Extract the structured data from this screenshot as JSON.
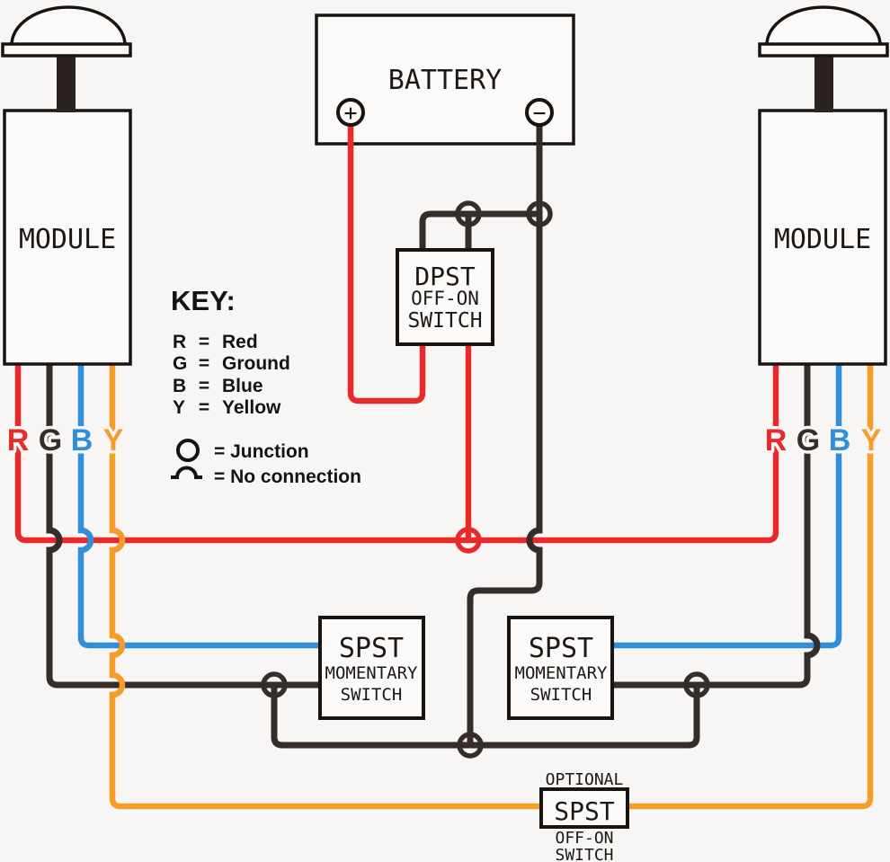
{
  "diagram": {
    "title_semantic": "dome-light-module-wiring-diagram",
    "background": "#f7f6f5",
    "colors": {
      "red": "#e82a2c",
      "black": "#342d2b",
      "blue": "#2f8fdb",
      "yellow": "#f59d28"
    },
    "battery": {
      "label": "BATTERY",
      "positive_symbol": "+",
      "negative_symbol": "−"
    },
    "modules": {
      "left": "MODULE",
      "right": "MODULE"
    },
    "dpst_switch": {
      "line1": "DPST",
      "line2": "OFF-ON",
      "line3": "SWITCH"
    },
    "left_spst": {
      "line1": "SPST",
      "line2": "MOMENTARY",
      "line3": "SWITCH"
    },
    "right_spst": {
      "line1": "SPST",
      "line2": "MOMENTARY",
      "line3": "SWITCH"
    },
    "optional_spst": {
      "above": "OPTIONAL",
      "box": "SPST",
      "below1": "OFF-ON",
      "below2": "SWITCH"
    },
    "wire_labels": {
      "left": [
        "R",
        "G",
        "B",
        "Y"
      ],
      "right": [
        "R",
        "G",
        "B",
        "Y"
      ]
    },
    "key": {
      "title": "KEY:",
      "entries": [
        {
          "sym": "R",
          "eq": "=",
          "label": "Red"
        },
        {
          "sym": "G",
          "eq": "=",
          "label": "Ground"
        },
        {
          "sym": "B",
          "eq": "=",
          "label": "Blue"
        },
        {
          "sym": "Y",
          "eq": "=",
          "label": "Yellow"
        }
      ],
      "junction_label": "=  Junction",
      "no_connection_label": "=  No connection"
    }
  }
}
